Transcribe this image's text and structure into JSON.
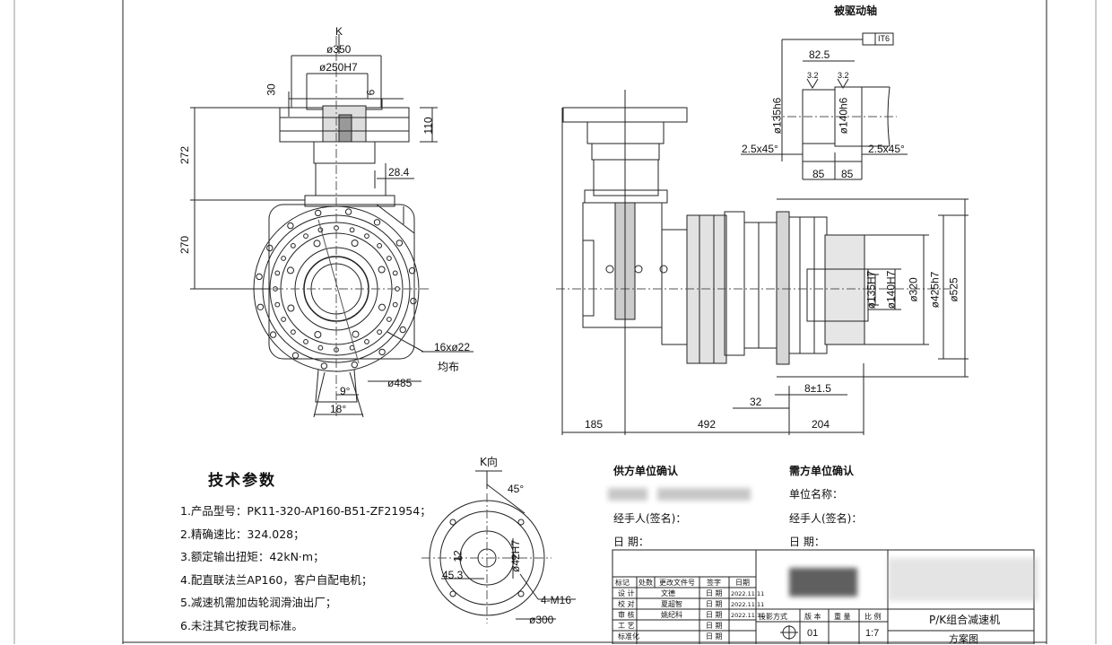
{
  "drawing": {
    "view_label_k": "K",
    "front_dims": {
      "d350": "ø350",
      "d250h7": "ø250H7",
      "v30": "30",
      "v6": "6",
      "v110": "110",
      "v272": "272",
      "v28_4": "28.4",
      "v270": "270",
      "holes": "16xø22",
      "holes_note": "均布",
      "d485": "ø485",
      "a9": "9°",
      "a18": "18°"
    },
    "side_dims": {
      "d135h7": "ø135H7",
      "d140h7": "ø140H7",
      "d320": "ø320",
      "d425h7": "ø425h7",
      "d525": "ø525",
      "v185": "185",
      "v492": "492",
      "v204": "204",
      "v32": "32",
      "v8": "8±1.5"
    },
    "shaft_detail": {
      "title": "被驱动轴",
      "tolerance": "IT6",
      "v82_5": "82.5",
      "r1": "3.2",
      "r2": "3.2",
      "d135h6": "ø135h6",
      "d140h6": "ø140h6",
      "ch1": "2.5x45°",
      "ch2": "2.5x45°",
      "v85a": "85",
      "v85b": "85"
    },
    "k_view": {
      "title": "K向",
      "a45": "45°",
      "v12": "12",
      "d42h7": "ø42H7",
      "v45_3": "45.3",
      "m16": "4-M16",
      "d300": "ø300"
    }
  },
  "tech_params": {
    "heading": "技术参数",
    "items": [
      "1.产品型号：PK11-320-AP160-B51-ZF21954；",
      "2.精确速比：324.028；",
      "3.额定输出扭矩：42kN·m；",
      "4.配直联法兰AP160，客户自配电机；",
      "5.减速机需加齿轮润滑油出厂；",
      "6.未注其它按我司标准。"
    ]
  },
  "supplier": {
    "title": "供方单位确认",
    "handler": "经手人(签名)：",
    "date": "日   期："
  },
  "buyer": {
    "title": "需方单位确认",
    "unit": "单位名称：",
    "handler": "经手人(签名)：",
    "date": "日   期："
  },
  "title_block": {
    "hdr_mark": "标记",
    "hdr_count": "处数",
    "hdr_doc": "更改文件号",
    "hdr_sign": "签字",
    "hdr_date": "日期",
    "rows": [
      {
        "role": "设 计",
        "name": "文德",
        "date_lbl": "日 期",
        "date": "2022.11.11"
      },
      {
        "role": "校 对",
        "name": "夏超智",
        "date_lbl": "日 期",
        "date": "2022.11.11"
      },
      {
        "role": "审 核",
        "name": "姚纪科",
        "date_lbl": "日 期",
        "date": "2022.11.11"
      },
      {
        "role": "工 艺",
        "name": "",
        "date_lbl": "日 期",
        "date": ""
      },
      {
        "role": "标准化",
        "name": "",
        "date_lbl": "日 期",
        "date": ""
      }
    ],
    "proj_label": "投影方式",
    "version_label": "版 本",
    "weight_label": "重 量",
    "scale_label": "比 例",
    "version": "01",
    "scale": "1:7",
    "product": "P/K组合减速机",
    "doc_type": "方案图"
  }
}
